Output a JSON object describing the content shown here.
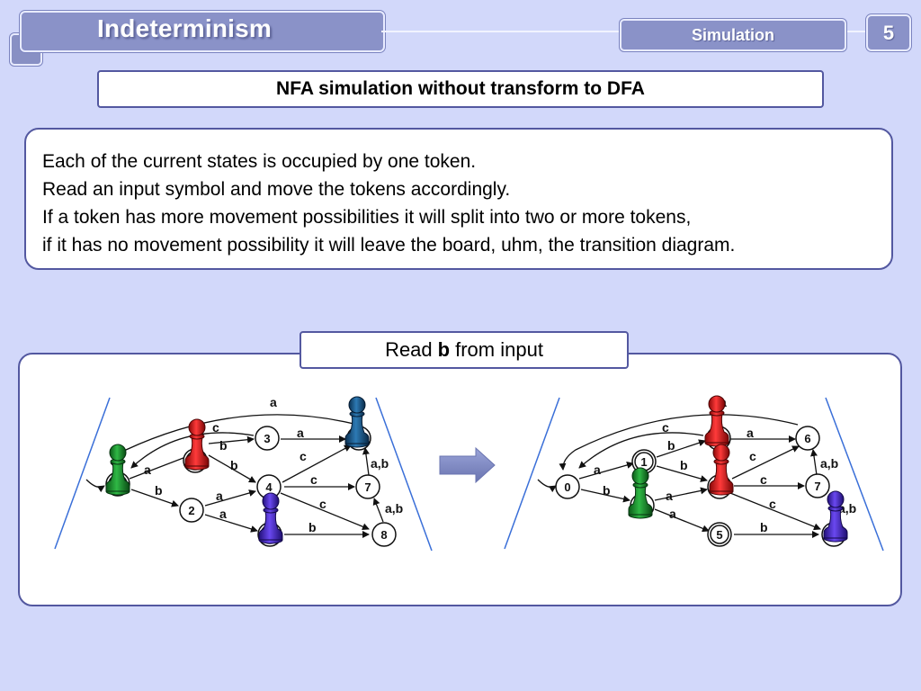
{
  "header": {
    "title": "Indeterminism",
    "section": "Simulation",
    "page_number": "5"
  },
  "subtitle": "NFA simulation without transform to  DFA",
  "explanation": {
    "lines": [
      "Each of the current states is occupied by one token.",
      "Read an input symbol and move the tokens accordingly.",
      "If a token has more movement possibilities it will split into two or more tokens,",
      "if it has no movement possibility it will leave the board, uhm, the transition diagram."
    ]
  },
  "read_input": {
    "prefix": "Read",
    "symbol": "b",
    "suffix": "from input"
  },
  "diagram": {
    "states": [
      "0",
      "1",
      "2",
      "3",
      "4",
      "5",
      "6",
      "7",
      "8"
    ],
    "transition_labels": [
      "a",
      "b",
      "c",
      "a,b"
    ],
    "token_colors": {
      "green": "#1a8a2a",
      "red": "#d41a1a",
      "navy": "#1a5a8c",
      "purple": "#4a22c8"
    },
    "arrow_icon": "right-arrow-icon"
  }
}
